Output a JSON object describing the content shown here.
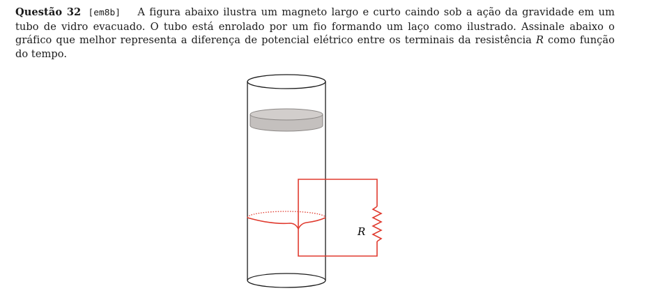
{
  "question": {
    "title": "Questão 32",
    "code": "[em8b]",
    "text_before_R": "A figura abaixo ilustra um magneto largo e curto caindo sob a ação da gravidade em um tubo de vidro evacuado. O tubo está enrolado por um fio formando um laço como ilustrado. Assinale abaixo o gráfico que melhor representa a diferença de potencial elétrico entre os terminais da resistência ",
    "R_symbol": "R",
    "text_after_R": " como função do tempo."
  },
  "figure": {
    "resistor_label": "R",
    "colors": {
      "tube": "#1a1a1a",
      "magnet_fill": "#c4c0be",
      "magnet_stroke": "#8a8684",
      "circuit": "#e03a2e"
    }
  }
}
